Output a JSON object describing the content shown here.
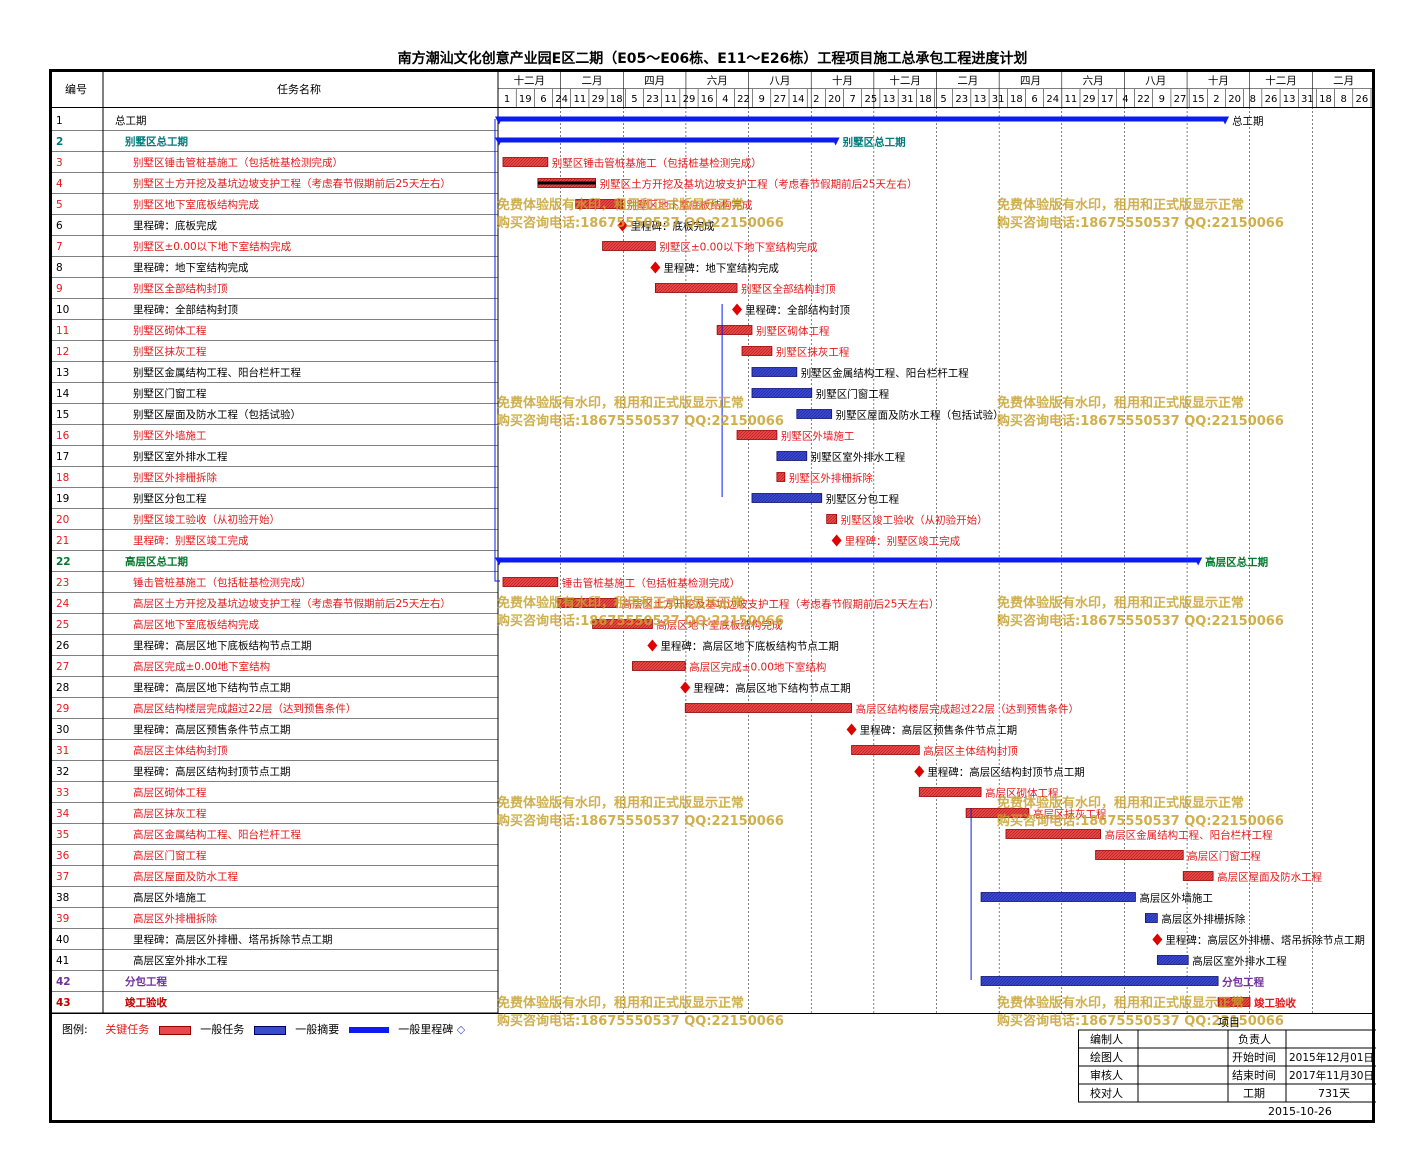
{
  "title": "南方潮汕文化创意产业园E区二期（E05～E06栋、E11～E26栋）工程项目施工总承包工程进度计划",
  "header": {
    "id_label": "编号",
    "name_label": "任务名称"
  },
  "colors": {
    "critical": "#e31a1c",
    "task": "#e84a4a",
    "summary": "#0b1cf0",
    "general": "#3a4ad0",
    "milestone": "#e00000",
    "purple": "#7030a0",
    "green": "#008000",
    "watermark": "#c8a22e"
  },
  "months": [
    "十二月",
    "二月",
    "四月",
    "六月",
    "八月",
    "十月",
    "十二月",
    "二月",
    "四月",
    "六月",
    "八月",
    "十月",
    "十二月",
    "二月"
  ],
  "days": [
    "1",
    "19",
    "6",
    "24",
    "11",
    "29",
    "18",
    "5",
    "23",
    "11",
    "29",
    "16",
    "4",
    "22",
    "9",
    "27",
    "14",
    "2",
    "20",
    "7",
    "25",
    "13",
    "31",
    "18",
    "5",
    "23",
    "13",
    "31",
    "18",
    "6",
    "24",
    "11",
    "29",
    "17",
    "4",
    "22",
    "9",
    "27",
    "15",
    "2",
    "20",
    "8",
    "26",
    "13",
    "31",
    "18",
    "8",
    "26"
  ],
  "tasks": [
    {
      "id": "1",
      "name": "总工期",
      "color": "black",
      "kind": "summary",
      "s": 0,
      "e": 731,
      "label": "总工期"
    },
    {
      "id": "2",
      "name": "别墅区总工期",
      "color": "teal",
      "bold": true,
      "kind": "summary",
      "s": 0,
      "e": 340,
      "label": "别墅区总工期"
    },
    {
      "id": "3",
      "name": "别墅区锤击管桩基施工（包括桩基检测完成）",
      "color": "red",
      "kind": "crit",
      "s": 5,
      "e": 50,
      "label": "别墅区锤击管桩基施工（包括桩基检测完成）"
    },
    {
      "id": "4",
      "name": "别墅区土方开挖及基坑边坡支护工程（考虑春节假期前后25天左右）",
      "color": "red",
      "kind": "crit",
      "s": 40,
      "e": 98,
      "label": "别墅区土方开挖及基坑边坡支护工程（考虑春节假期前后25天左右）",
      "shade": true
    },
    {
      "id": "5",
      "name": "别墅区地下室底板结构完成",
      "color": "red",
      "kind": "crit",
      "s": 78,
      "e": 125,
      "label": "别墅区地下室底板结构完成"
    },
    {
      "id": "6",
      "name": "里程碑：底板完成",
      "color": "black",
      "kind": "ms",
      "s": 125,
      "label": "里程碑：底板完成"
    },
    {
      "id": "7",
      "name": "别墅区±0.00以下地下室结构完成",
      "color": "red",
      "kind": "crit",
      "s": 105,
      "e": 158,
      "label": "别墅区±0.00以下地下室结构完成"
    },
    {
      "id": "8",
      "name": "里程碑：地下室结构完成",
      "color": "black",
      "kind": "ms",
      "s": 158,
      "label": "里程碑：地下室结构完成"
    },
    {
      "id": "9",
      "name": "别墅区全部结构封顶",
      "color": "red",
      "kind": "crit",
      "s": 158,
      "e": 240,
      "label": "别墅区全部结构封顶"
    },
    {
      "id": "10",
      "name": "里程碑：全部结构封顶",
      "color": "black",
      "kind": "ms",
      "s": 240,
      "label": "里程碑：全部结构封顶"
    },
    {
      "id": "11",
      "name": "别墅区砌体工程",
      "color": "red",
      "kind": "crit",
      "s": 220,
      "e": 255,
      "label": "别墅区砌体工程"
    },
    {
      "id": "12",
      "name": "别墅区抹灰工程",
      "color": "red",
      "kind": "crit",
      "s": 245,
      "e": 275,
      "label": "别墅区抹灰工程"
    },
    {
      "id": "13",
      "name": "别墅区金属结构工程、阳台栏杆工程",
      "color": "black",
      "kind": "gen",
      "s": 255,
      "e": 300,
      "label": "别墅区金属结构工程、阳台栏杆工程"
    },
    {
      "id": "14",
      "name": "别墅区门窗工程",
      "color": "black",
      "kind": "gen",
      "s": 255,
      "e": 315,
      "label": "别墅区门窗工程"
    },
    {
      "id": "15",
      "name": "别墅区屋面及防水工程（包括试验）",
      "color": "black",
      "kind": "gen",
      "s": 300,
      "e": 335,
      "label": "别墅区屋面及防水工程（包括试验）"
    },
    {
      "id": "16",
      "name": "别墅区外墙施工",
      "color": "red",
      "kind": "crit",
      "s": 240,
      "e": 280,
      "label": "别墅区外墙施工"
    },
    {
      "id": "17",
      "name": "别墅区室外排水工程",
      "color": "black",
      "kind": "gen",
      "s": 280,
      "e": 310,
      "label": "别墅区室外排水工程"
    },
    {
      "id": "18",
      "name": "别墅区外排栅拆除",
      "color": "red",
      "kind": "crit",
      "s": 280,
      "e": 288,
      "label": "别墅区外排栅拆除"
    },
    {
      "id": "19",
      "name": "别墅区分包工程",
      "color": "black",
      "kind": "gen",
      "s": 255,
      "e": 325,
      "label": "别墅区分包工程"
    },
    {
      "id": "20",
      "name": "别墅区竣工验收（从初验开始）",
      "color": "red",
      "kind": "crit",
      "s": 330,
      "e": 340,
      "label": "别墅区竣工验收（从初验开始）"
    },
    {
      "id": "21",
      "name": "里程碑：别墅区竣工完成",
      "color": "red",
      "kind": "ms",
      "s": 340,
      "label": "里程碑：别墅区竣工完成"
    },
    {
      "id": "22",
      "name": "高层区总工期",
      "color": "green",
      "bold": true,
      "kind": "summary",
      "s": 0,
      "e": 704,
      "label": "高层区总工期"
    },
    {
      "id": "23",
      "name": "锤击管桩基施工（包括桩基检测完成）",
      "color": "red",
      "kind": "crit",
      "s": 5,
      "e": 60,
      "label": "锤击管桩基施工（包括桩基检测完成）"
    },
    {
      "id": "24",
      "name": "高层区土方开挖及基坑边坡支护工程（考虑春节假期前后25天左右）",
      "color": "red",
      "kind": "crit",
      "s": 60,
      "e": 120,
      "label": "高层区土方开挖及基坑边坡支护工程（考虑春节假期前后25天左右）"
    },
    {
      "id": "25",
      "name": "高层区地下室底板结构完成",
      "color": "red",
      "kind": "crit",
      "s": 95,
      "e": 155,
      "label": "高层区地下室底板结构完成"
    },
    {
      "id": "26",
      "name": "里程碑：高层区地下底板结构节点工期",
      "color": "black",
      "kind": "ms",
      "s": 155,
      "label": "里程碑：高层区地下底板结构节点工期"
    },
    {
      "id": "27",
      "name": "高层区完成±0.00地下室结构",
      "color": "red",
      "kind": "crit",
      "s": 135,
      "e": 188,
      "label": "高层区完成±0.00地下室结构"
    },
    {
      "id": "28",
      "name": "里程碑：高层区地下结构节点工期",
      "color": "black",
      "kind": "ms",
      "s": 188,
      "label": "里程碑：高层区地下结构节点工期"
    },
    {
      "id": "29",
      "name": "高层区结构楼层完成超过22层（达到预售条件）",
      "color": "red",
      "kind": "crit",
      "s": 188,
      "e": 355,
      "label": "高层区结构楼层完成超过22层（达到预售条件）"
    },
    {
      "id": "30",
      "name": "里程碑：高层区预售条件节点工期",
      "color": "black",
      "kind": "ms",
      "s": 355,
      "label": "里程碑：高层区预售条件节点工期"
    },
    {
      "id": "31",
      "name": "高层区主体结构封顶",
      "color": "red",
      "kind": "crit",
      "s": 355,
      "e": 423,
      "label": "高层区主体结构封顶"
    },
    {
      "id": "32",
      "name": "里程碑：高层区结构封顶节点工期",
      "color": "black",
      "kind": "ms",
      "s": 423,
      "label": "里程碑：高层区结构封顶节点工期"
    },
    {
      "id": "33",
      "name": "高层区砌体工程",
      "color": "red",
      "kind": "crit",
      "s": 423,
      "e": 485,
      "label": "高层区砌体工程"
    },
    {
      "id": "34",
      "name": "高层区抹灰工程",
      "color": "red",
      "kind": "crit",
      "s": 470,
      "e": 533,
      "label": "高层区抹灰工程"
    },
    {
      "id": "35",
      "name": "高层区金属结构工程、阳台栏杆工程",
      "color": "red",
      "kind": "crit",
      "s": 510,
      "e": 605,
      "label": "高层区金属结构工程、阳台栏杆工程"
    },
    {
      "id": "36",
      "name": "高层区门窗工程",
      "color": "red",
      "kind": "crit",
      "s": 600,
      "e": 688,
      "label": "高层区门窗工程"
    },
    {
      "id": "37",
      "name": "高层区屋面及防水工程",
      "color": "red",
      "kind": "crit",
      "s": 688,
      "e": 718,
      "label": "高层区屋面及防水工程"
    },
    {
      "id": "38",
      "name": "高层区外墙施工",
      "color": "black",
      "kind": "gen",
      "s": 485,
      "e": 640,
      "label": "高层区外墙施工"
    },
    {
      "id": "39",
      "name": "高层区外排栅拆除",
      "color": "red",
      "kind": "gen",
      "s": 650,
      "e": 662,
      "label": "高层区外排栅拆除"
    },
    {
      "id": "40",
      "name": "里程碑：高层区外排栅、塔吊拆除节点工期",
      "color": "black",
      "kind": "ms",
      "s": 662,
      "label": "里程碑：高层区外排栅、塔吊拆除节点工期"
    },
    {
      "id": "41",
      "name": "高层区室外排水工程",
      "color": "black",
      "kind": "gen",
      "s": 662,
      "e": 693,
      "label": "高层区室外排水工程"
    },
    {
      "id": "42",
      "name": "分包工程",
      "color": "purple",
      "bold": true,
      "kind": "gen",
      "s": 485,
      "e": 723,
      "label": "分包工程",
      "lcolor": "purple"
    },
    {
      "id": "43",
      "name": "竣工验收",
      "color": "darkred",
      "bold": true,
      "kind": "crit",
      "s": 723,
      "e": 755,
      "label": "竣工验收",
      "lcolor": "red"
    }
  ],
  "watermark": {
    "line1": "免费体验版有水印，租用和正式版显示正常",
    "line2": "购买咨询电话:18675550537 QQ:22150066"
  },
  "legend": {
    "label": "图例:",
    "critical": "关键任务",
    "task": "一般任务",
    "summary": "一般摘要",
    "milestone": "一般里程碑"
  },
  "info": {
    "project_label": "项目",
    "rows": [
      {
        "k": "编制人",
        "v": "",
        "k2": "负责人",
        "v2": ""
      },
      {
        "k": "绘图人",
        "v": "",
        "k2": "开始时间",
        "v2": "2015年12月01日"
      },
      {
        "k": "审核人",
        "v": "",
        "k2": "结束时间",
        "v2": "2017年11月30日"
      },
      {
        "k": "校对人",
        "v": "",
        "k2": "工期",
        "v2": "731天"
      }
    ],
    "date": "2015-10-26"
  }
}
